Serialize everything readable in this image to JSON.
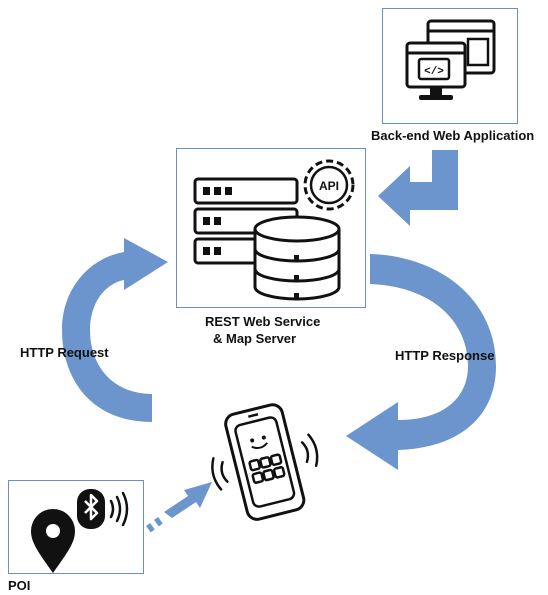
{
  "labels": {
    "backend": "Back-end Web Application",
    "rest_line1": "REST Web Service",
    "rest_line2": "& Map Server",
    "http_request": "HTTP Request",
    "http_response": "HTTP Response",
    "poi": "POI",
    "api_badge": "API",
    "code_badge": "</>"
  },
  "colors": {
    "arrow": "#6b95cc",
    "box_border": "#6a8fc0",
    "icon": "#111111"
  },
  "icons": {
    "backend": "web-app-window-icon",
    "server": "server-database-icon",
    "phone": "smartphone-icon",
    "poi": "map-pin-bluetooth-icon"
  }
}
